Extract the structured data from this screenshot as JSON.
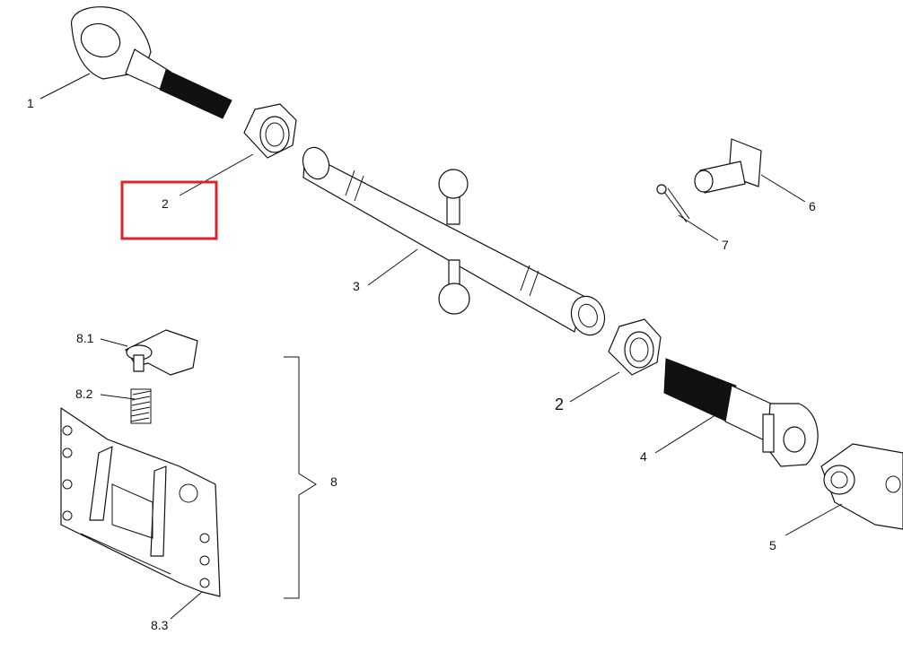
{
  "callouts": {
    "c1": "1",
    "c2a": "2",
    "c2b": "2",
    "c3": "3",
    "c4": "4",
    "c5": "5",
    "c6": "6",
    "c7": "7",
    "c8": "8",
    "c81": "8.1",
    "c82": "8.2",
    "c83": "8.3"
  },
  "highlight": {
    "color": "#d9262b",
    "target": "2"
  }
}
